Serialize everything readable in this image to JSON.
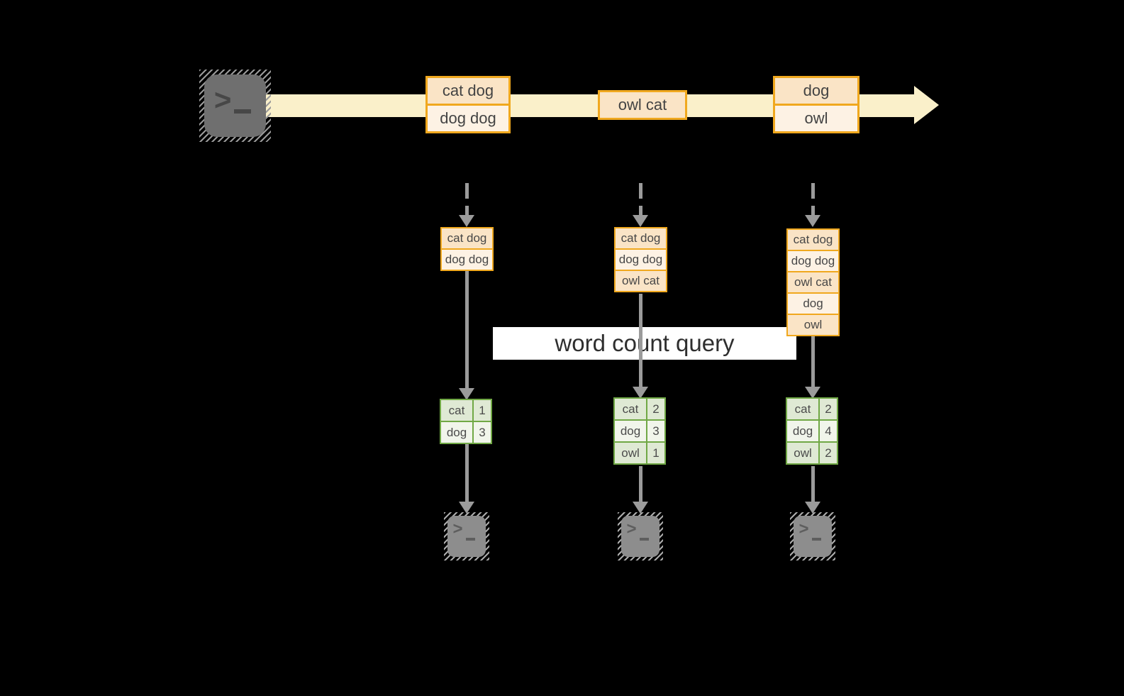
{
  "diagram": {
    "kind": "streaming word count",
    "query_label": "word count query"
  },
  "colors": {
    "background": "#000000",
    "stream_band": "#FAF0CA",
    "record_border": "#F0A81E",
    "record_fill_dark": "#FAE4C6",
    "record_fill_light": "#FDF2E4",
    "result_border": "#70A845",
    "result_fill_dark": "#DFE9D4",
    "result_fill_light": "#F1F5EB",
    "arrow_gray": "#9B9B9B",
    "terminal_dark": "#6F6F6F",
    "terminal_light": "#8D8D8D",
    "text_dark": "#434343"
  },
  "icons": {
    "source": "terminal-icon",
    "sinks": [
      "terminal-icon",
      "terminal-icon",
      "terminal-icon"
    ],
    "prompt_glyph": ">"
  },
  "stream": {
    "records": [
      {
        "rows": [
          "cat dog",
          "dog dog"
        ]
      },
      {
        "rows": [
          "owl cat"
        ]
      },
      {
        "rows": [
          "dog",
          "owl"
        ]
      }
    ]
  },
  "columns": [
    {
      "buffer": [
        "cat dog",
        "dog dog"
      ],
      "counts": [
        {
          "word": "cat",
          "count": "1"
        },
        {
          "word": "dog",
          "count": "3"
        }
      ]
    },
    {
      "buffer": [
        "cat dog",
        "dog dog",
        "owl cat"
      ],
      "counts": [
        {
          "word": "cat",
          "count": "2"
        },
        {
          "word": "dog",
          "count": "3"
        },
        {
          "word": "owl",
          "count": "1"
        }
      ]
    },
    {
      "buffer": [
        "cat dog",
        "dog dog",
        "owl cat",
        "dog",
        "owl"
      ],
      "counts": [
        {
          "word": "cat",
          "count": "2"
        },
        {
          "word": "dog",
          "count": "4"
        },
        {
          "word": "owl",
          "count": "2"
        }
      ]
    }
  ]
}
